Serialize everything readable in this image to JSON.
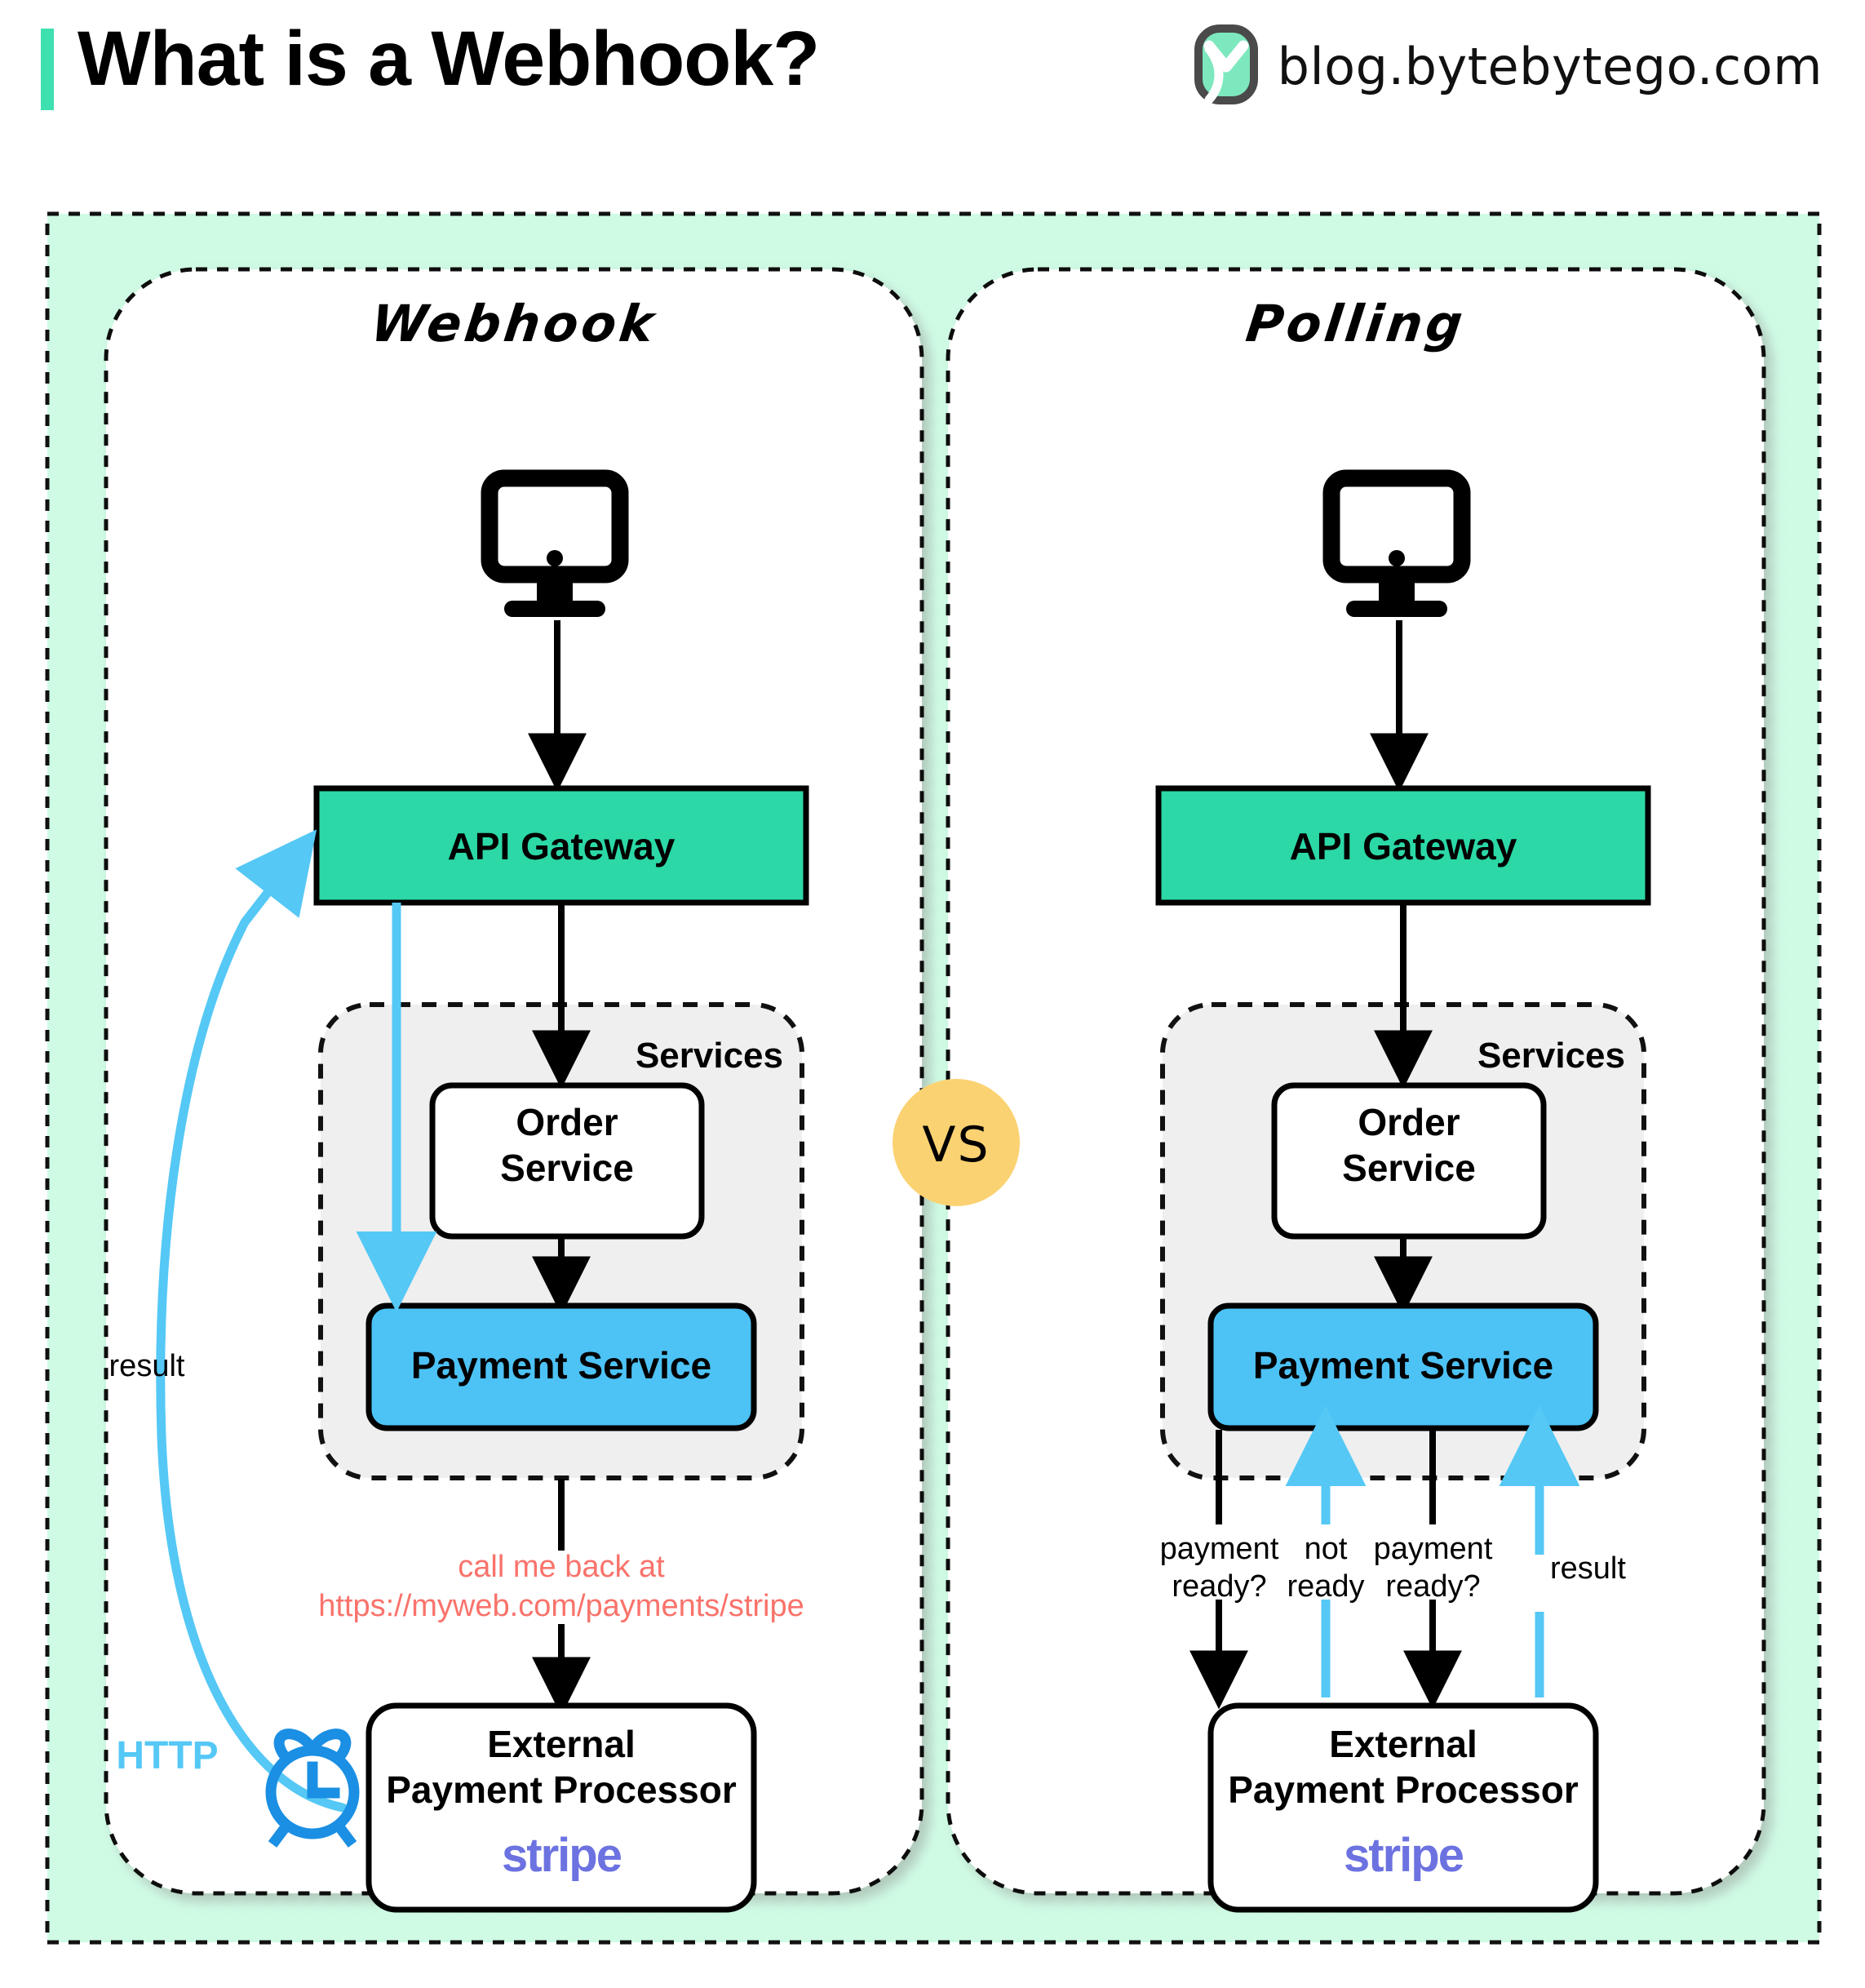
{
  "header": {
    "title": "What is a Webhook?",
    "brand_url": "blog.bytebytego.com",
    "accent_color": "#3FE0B0",
    "logo_icon": "bytebytego-logo-icon"
  },
  "theme": {
    "canvas_bg": "#CFFBE4",
    "panel_bg": "#FFFFFF",
    "api_gateway_fill": "#2BD8A6",
    "payment_service_fill": "#4DC2F5",
    "services_group_fill": "#EFEFEF",
    "webhook_arrow_blue": "#55C8F5",
    "callout_red": "#F9736B",
    "vs_badge_fill": "#FBD271",
    "stripe_purple": "#6C72E0",
    "clock_blue": "#1A8FE3"
  },
  "compare_badge": {
    "label": "VS"
  },
  "panels": [
    {
      "id": "webhook",
      "title": "Webhook",
      "nodes": {
        "client_icon": "desktop-monitor-icon",
        "api_gateway": "API Gateway",
        "services_group": "Services",
        "order_service": "Order\nService",
        "order_service_line1": "Order",
        "order_service_line2": "Service",
        "payment_service": "Payment Service",
        "external_processor_line1": "External",
        "external_processor_line2": "Payment Processor",
        "external_processor_logo": "stripe"
      },
      "annotations": {
        "callback_note_line1": "call me back at",
        "callback_note_line2": "https://myweb.com/payments/stripe",
        "result_label": "result",
        "http_label": "HTTP",
        "clock_icon": "alarm-clock-icon"
      }
    },
    {
      "id": "polling",
      "title": "Polling",
      "nodes": {
        "client_icon": "desktop-monitor-icon",
        "api_gateway": "API Gateway",
        "services_group": "Services",
        "order_service": "Order\nService",
        "order_service_line1": "Order",
        "order_service_line2": "Service",
        "payment_service": "Payment Service",
        "external_processor_line1": "External",
        "external_processor_line2": "Payment Processor",
        "external_processor_logo": "stripe"
      },
      "annotations": {
        "poll_1_line1": "payment",
        "poll_1_line2": "ready?",
        "poll_2_line1": "not",
        "poll_2_line2": "ready",
        "poll_3_line1": "payment",
        "poll_3_line2": "ready?",
        "poll_4_line1": "result",
        "poll_4_line2": ""
      }
    }
  ]
}
